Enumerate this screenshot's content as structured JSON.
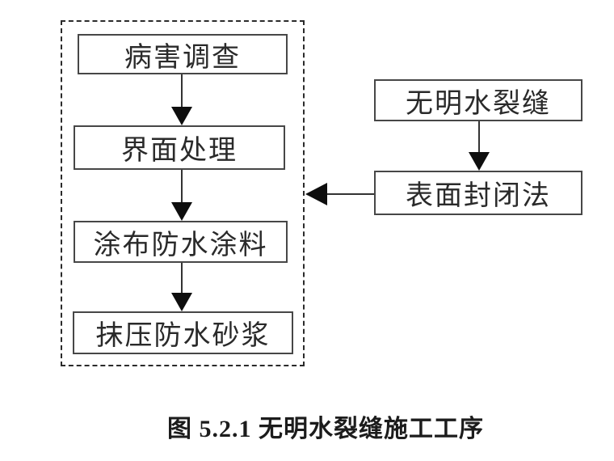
{
  "diagram": {
    "caption": "图 5.2.1  无明水裂缝施工工序",
    "left_flow": {
      "steps": [
        {
          "label": "病害调查"
        },
        {
          "label": "界面处理"
        },
        {
          "label": "涂布防水涂料"
        },
        {
          "label": "抹压防水砂浆"
        }
      ]
    },
    "right_flow": {
      "steps": [
        {
          "label": "无明水裂缝"
        },
        {
          "label": "表面封闭法"
        }
      ]
    },
    "colors": {
      "background": "#ffffff",
      "box_border": "#474747",
      "line": "#333333",
      "arrowhead": "#0e0e0e",
      "text": "#2a2a2a",
      "dashed_border": "#2b2b2b"
    }
  }
}
